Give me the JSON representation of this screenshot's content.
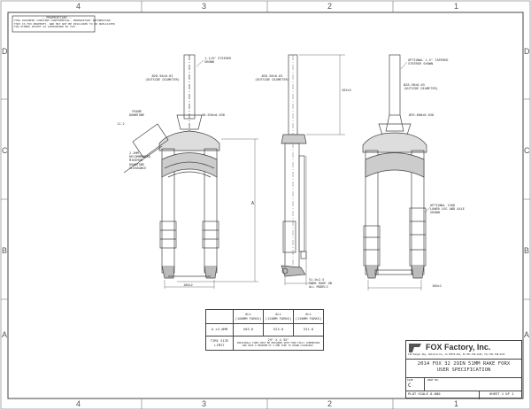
{
  "zones": {
    "columns": [
      "4",
      "3",
      "2",
      "1"
    ],
    "rows": [
      "D",
      "C",
      "B",
      "A"
    ]
  },
  "proprietary": {
    "title": "— PROPRIETARY —",
    "text": "THIS DOCUMENT CONTAINS CONFIDENTIAL, PROPRIETARY INFORMATION\nTHAT IS FOX PROPERTY, AND MAY NOT BE DISCLOSED TO OR DUPLICATED\nFOR OTHERS EXCEPT AS AUTHORIZED BY FOX."
  },
  "front_view": {
    "steerer_note": "1-1/8\" STEERER\nSHOWN",
    "steerer_od": "Ø28.58±0.03\n(OUTSIDE DIAMETER)",
    "crown_race": "30.036±0.038",
    "frame_downtube": "FRAME\nDOWNTUBE",
    "offset": "11.2",
    "clearance_note": "2.2MM\nRECOMMENDED\nMINIMUM\nDOWNTUBE\nCLEARANCE",
    "dim_a": "A",
    "hub_width": "100±2"
  },
  "side_view": {
    "steerer_od": "Ø28.58±0.03\n(OUTSIDE DIAMETER)",
    "steerer_length": "265±5",
    "rake": "51.0±2.5\nFORK RAKE ON\nALL MODELS"
  },
  "right_view": {
    "steerer_note": "OPTIONAL 1.5\" TAPERED\nSTEERER SHOWN",
    "steerer_od": "Ø28.58±0.03\n(OUTSIDE DIAMETER)",
    "crown_race": "Ø39.808±0.038",
    "lower_note": "OPTIONAL 15QR\nLOWER LEG AND AXLE\nSHOWN",
    "hub_width": "100±2"
  },
  "spec_table": {
    "headers": [
      "ALL\n(100MM FORKS)",
      "ALL\n(120MM FORKS)",
      "ALL\n(130MM FORKS)"
    ],
    "row_a": {
      "label": "A ±3.0MM",
      "values": [
        "503.0",
        "523.0",
        "531.0"
      ]
    },
    "tire": {
      "label": "TIRE SIZE\nLIMIT",
      "size": "29\" X 2.35\"",
      "note": "INDIVIDUAL TIRES MUST BE MEASURED WITH FORK FULLY COMPRESSED\nAND HAVE A MINIMUM OF 5.0MM TIRE TO CROWN CLEARANCE."
    }
  },
  "title_block": {
    "company": "FOX Factory, Inc.",
    "address": "130 Hangar Way, Watsonville, CA 95076 USA, Ph 831-768-1100, Fax 831-768-9312",
    "title": "2014 FOX 32 29IN 51MM RAKE FORX\nUSER SPECIFICATION",
    "size_label": "SIZE",
    "size": "C",
    "part_label": "PART NO.",
    "plot_scale": "PLOT SCALE 0.800",
    "sheet": "SHEET 1 OF 1"
  }
}
